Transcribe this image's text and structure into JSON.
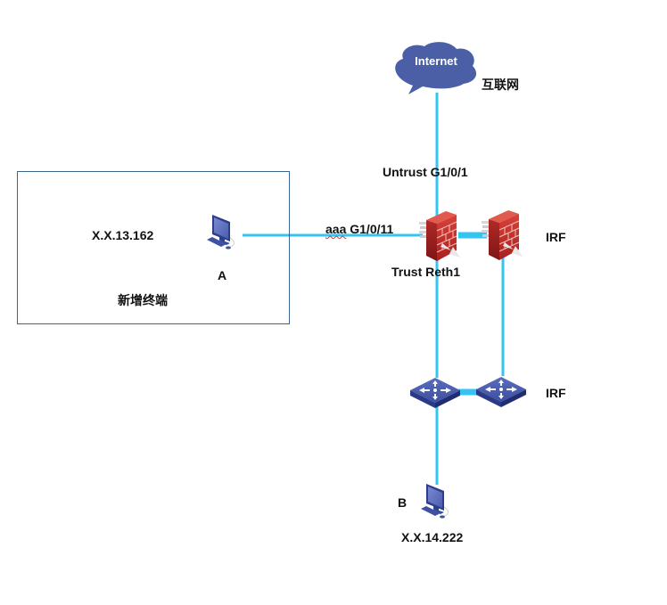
{
  "diagram": {
    "type": "network-topology",
    "colors": {
      "link": "#33c4f2",
      "cloud": "#4b5fa6",
      "firewall": "#c8302c",
      "device": "#3f51a3",
      "group_border": "#3a6591"
    },
    "internet": {
      "icon": "cloud-icon",
      "label": "Internet",
      "caption": "互联网"
    },
    "firewalls": {
      "irf_label": "IRF",
      "untrust_label": "Untrust G1/0/1",
      "trust_label": "Trust Reth1",
      "interface_label_prefix": "aaa",
      "interface_label_port": "G1/0/11"
    },
    "switches": {
      "irf_label": "IRF"
    },
    "new_terminal_group": {
      "title": "新增终端",
      "host": {
        "name": "A",
        "ip": "X.X.13.162"
      }
    },
    "host_b": {
      "name": "B",
      "ip": "X.X.14.222"
    },
    "links": [
      {
        "from": "internet",
        "to": "firewall-1",
        "label": "Untrust G1/0/1"
      },
      {
        "from": "host-a",
        "to": "firewall-1",
        "label": "aaa G1/0/11"
      },
      {
        "from": "firewall-1",
        "to": "firewall-2",
        "label": "IRF"
      },
      {
        "from": "firewall-1",
        "to": "switch-1",
        "label": "Trust Reth1"
      },
      {
        "from": "firewall-2",
        "to": "switch-2"
      },
      {
        "from": "switch-1",
        "to": "switch-2",
        "label": "IRF"
      },
      {
        "from": "switch-1",
        "to": "host-b"
      }
    ]
  }
}
